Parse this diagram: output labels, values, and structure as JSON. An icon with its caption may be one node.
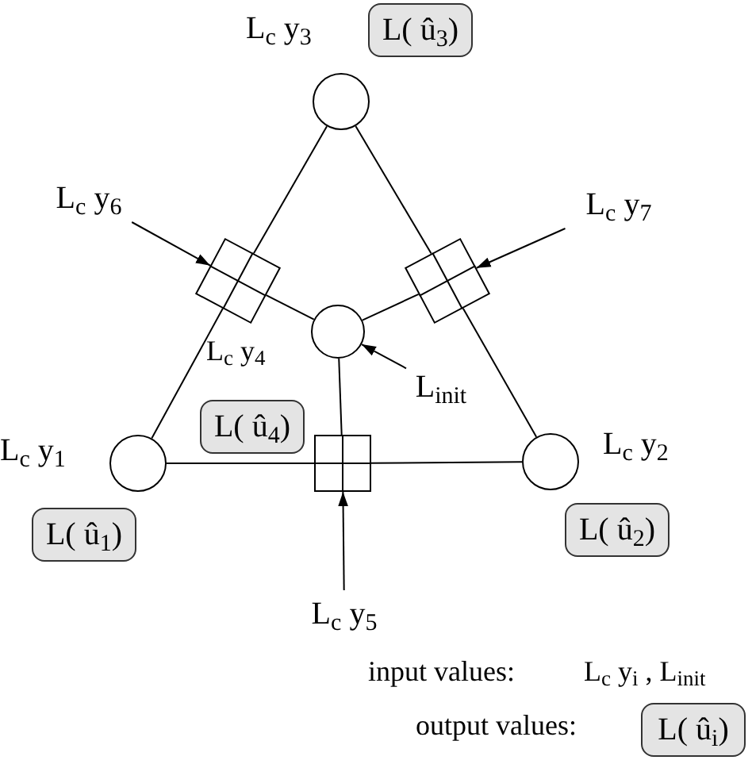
{
  "diagram": {
    "nodes": [
      {
        "text": [
          "L( û$_{3}$)"
        ]
      },
      {
        "text": [],
        "shape": "circle",
        "beside": [
          "L$_{c}$ y$_{3}$"
        ]
      },
      {
        "text": [
          "L$_{c}$ y$_{6}$"
        ]
      },
      {
        "text": [
          "L$_{c}$ y$_{7}$"
        ]
      },
      {
        "text": [],
        "shape": "box"
      },
      {
        "text": [],
        "shape": "box"
      },
      {
        "text": [],
        "shape": "circle"
      },
      {
        "text": [
          "L$_{init}$"
        ]
      },
      {
        "text": [
          "L( û$_{4}$)"
        ]
      },
      {
        "text": [],
        "shape": "circle",
        "beside": [
          "L$_{c}$ y$_{1}$"
        ]
      },
      {
        "text": [],
        "shape": "box"
      },
      {
        "text": [],
        "shape": "circle",
        "beside": [
          "L$_{c}$ y$_{2}$"
        ]
      },
      {
        "text": [
          "L( û$_{1}$)"
        ]
      },
      {
        "text": [
          "L( û$_{2}$)"
        ]
      },
      {
        "text": [
          "L$_{c}$ y$_{5}$"
        ]
      },
      {
        "text": [
          "L( û$_{i}$)"
        ]
      }
    ],
    "edges": [
      {
        "from": 1,
        "to": 4,
        "arrow": "none"
      },
      {
        "from": 4,
        "to": 9,
        "arrow": "none"
      },
      {
        "from": 1,
        "to": 5,
        "arrow": "none"
      },
      {
        "from": 5,
        "to": 11,
        "arrow": "none"
      },
      {
        "from": 9,
        "to": 10,
        "arrow": "none"
      },
      {
        "from": 10,
        "to": 11,
        "arrow": "none"
      },
      {
        "from": 6,
        "to": 4,
        "arrow": "none"
      },
      {
        "from": 6,
        "to": 5,
        "arrow": "none"
      },
      {
        "from": 6,
        "to": 10,
        "arrow": "none"
      },
      {
        "from": 2,
        "to": 4,
        "arrow": "to"
      },
      {
        "from": 3,
        "to": 5,
        "arrow": "to"
      },
      {
        "from": 14,
        "to": 10,
        "arrow": "to"
      },
      {
        "from": 7,
        "to": 6,
        "arrow": "to"
      }
    ],
    "labels": [
      "L$_{c}$ y$_{4}$",
      "input values:",
      "L$_{c}$ y$_{i}$ , L$_{init}$",
      "output values:"
    ]
  }
}
